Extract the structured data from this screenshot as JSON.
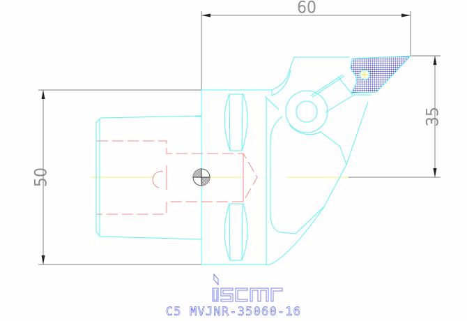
{
  "drawing": {
    "background": "#fdfefd",
    "colors": {
      "outline": "#5ef0f4",
      "hidden": "#f28a8a",
      "centerline": "#f2f270",
      "dimension": "#808080",
      "insert_fill": "#3b3be0",
      "logo": "#7a80ee"
    },
    "dimensions": {
      "overall_length": "60",
      "head_height": "35",
      "shank_height": "50"
    },
    "logo_text": "iscar",
    "caption": "C5 MVJNR-35060-16"
  }
}
